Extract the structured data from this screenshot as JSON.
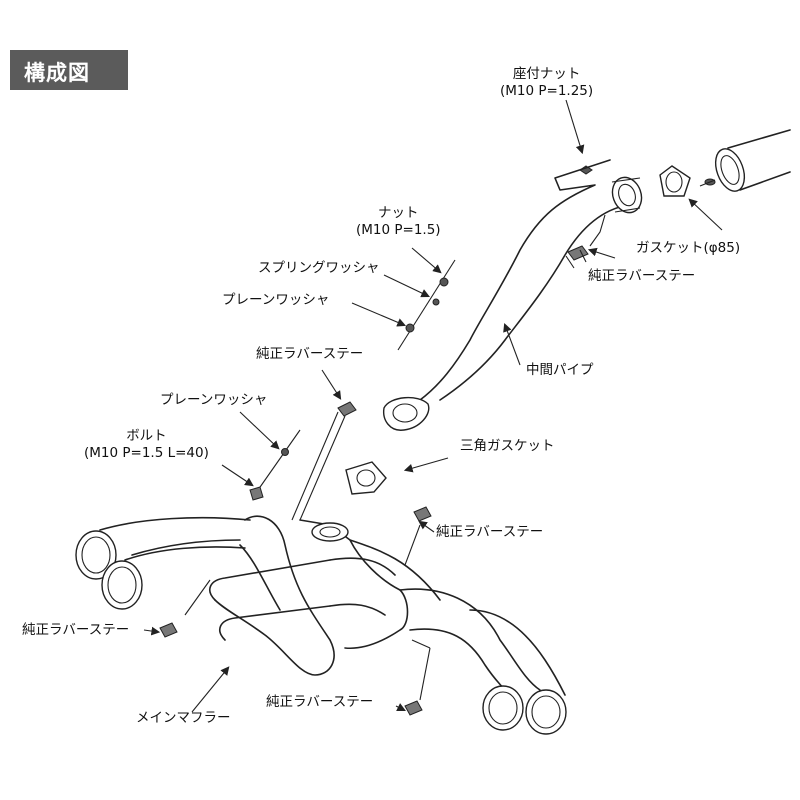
{
  "title": "構成図",
  "labels": {
    "seat_nut": {
      "name": "座付ナット",
      "spec": "(M10 P=1.25)"
    },
    "gasket": "ガスケット(φ85)",
    "stay_top": "純正ラバーステー",
    "middle_pipe": "中間パイプ",
    "nut": {
      "name": "ナット",
      "spec": "(M10 P=1.5)"
    },
    "spring_washer": "スプリングワッシャ",
    "plain_washer_1": "プレーンワッシャ",
    "stay_mid": "純正ラバーステー",
    "plain_washer_2": "プレーンワッシャ",
    "bolt": {
      "name": "ボルト",
      "spec": "(M10 P=1.5 L=40)"
    },
    "triangle_gasket": "三角ガスケット",
    "stay_right": "純正ラバーステー",
    "stay_left": "純正ラバーステー",
    "stay_bottom": "純正ラバーステー",
    "main_muffler": "メインマフラー"
  }
}
